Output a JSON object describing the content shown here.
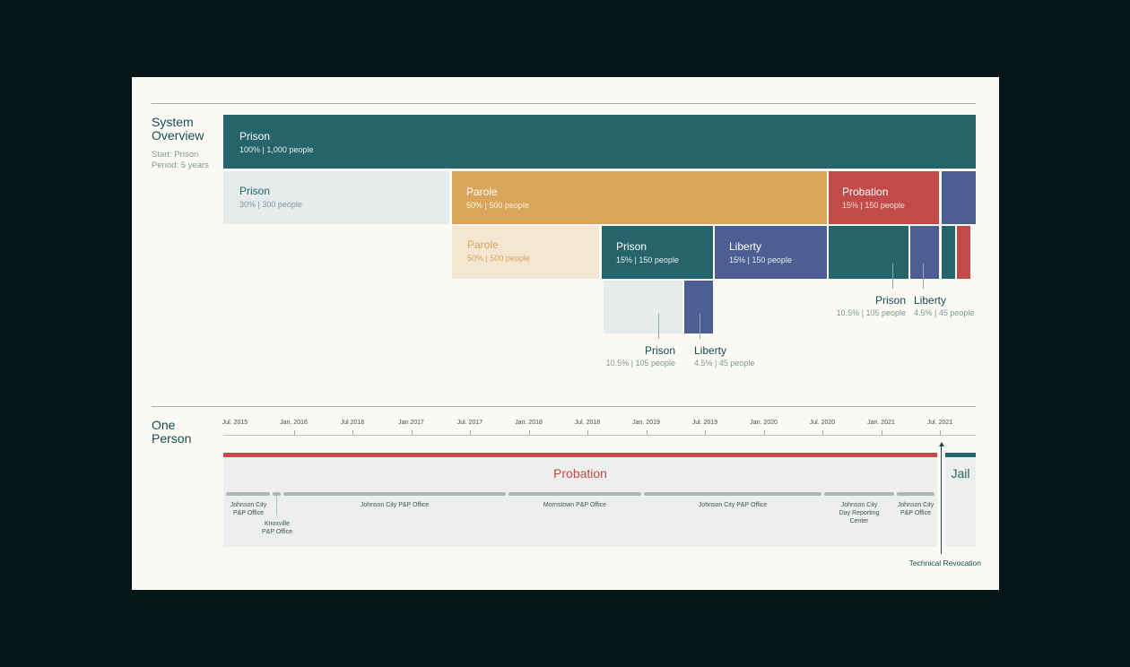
{
  "system_overview": {
    "title_line1": "System",
    "title_line2": "Overview",
    "sub_start": "Start: Prison",
    "sub_period": "Period: 5 years",
    "blocks": [
      {
        "title": "Prison",
        "stat": "100%  |  1,000 people"
      },
      {
        "title": "Prison",
        "stat": "30%  |  300 people"
      },
      {
        "title": "Parole",
        "stat": "50%  |  500 people"
      },
      {
        "title": "Probation",
        "stat": "15%  |  150 people"
      },
      {
        "title": "Parole",
        "stat": "50%  |  500 people"
      },
      {
        "title": "Prison",
        "stat": "15%  |  150 people"
      },
      {
        "title": "Liberty",
        "stat": "15%  |  150 people"
      }
    ],
    "callouts": [
      {
        "title": "Prison",
        "stat": "10.5%  |  105 people"
      },
      {
        "title": "Liberty",
        "stat": "4.5%  |  45 people"
      },
      {
        "title": "Prison",
        "stat": "10.5%  |  105 people"
      },
      {
        "title": "Liberty",
        "stat": "4.5%  |  45 people"
      }
    ]
  },
  "one_person": {
    "title_line1": "One",
    "title_line2": "Person",
    "timeline_ticks": [
      "Jul. 2015",
      "Jan. 2016",
      "Jul 2016",
      "Jan 2017",
      "Jul. 2017",
      "Jan. 2018",
      "Jul. 2018",
      "Jan. 2019",
      "Jul. 2019",
      "Jan. 2020",
      "Jul. 2020",
      "Jan. 2021",
      "Jul. 2021"
    ],
    "probation_label": "Probation",
    "jail_label": "Jail",
    "offices": [
      {
        "line1": "Johnson City",
        "line2": "P&P Office",
        "line3": ""
      },
      {
        "line1": "Knoxville",
        "line2": "P&P Office",
        "line3": ""
      },
      {
        "line1": "Johnson City P&P Office",
        "line2": "",
        "line3": ""
      },
      {
        "line1": "Morristown P&P Office",
        "line2": "",
        "line3": ""
      },
      {
        "line1": "Johnson City P&P Office",
        "line2": "",
        "line3": ""
      },
      {
        "line1": "Johnson City",
        "line2": "Day Reporting",
        "line3": "Center"
      },
      {
        "line1": "Johnson City",
        "line2": "P&P Office",
        "line3": ""
      }
    ],
    "event_label": "Technical Revocation"
  },
  "colors": {
    "prison": "#24646a",
    "prison_light": "#e6ecec",
    "parole": "#d9a55a",
    "parole_light": "#f5e6d2",
    "probation": "#c24b4a",
    "liberty": "#4d5e92",
    "card_bg": "#fbf9f3",
    "page_bg": "#041616"
  }
}
